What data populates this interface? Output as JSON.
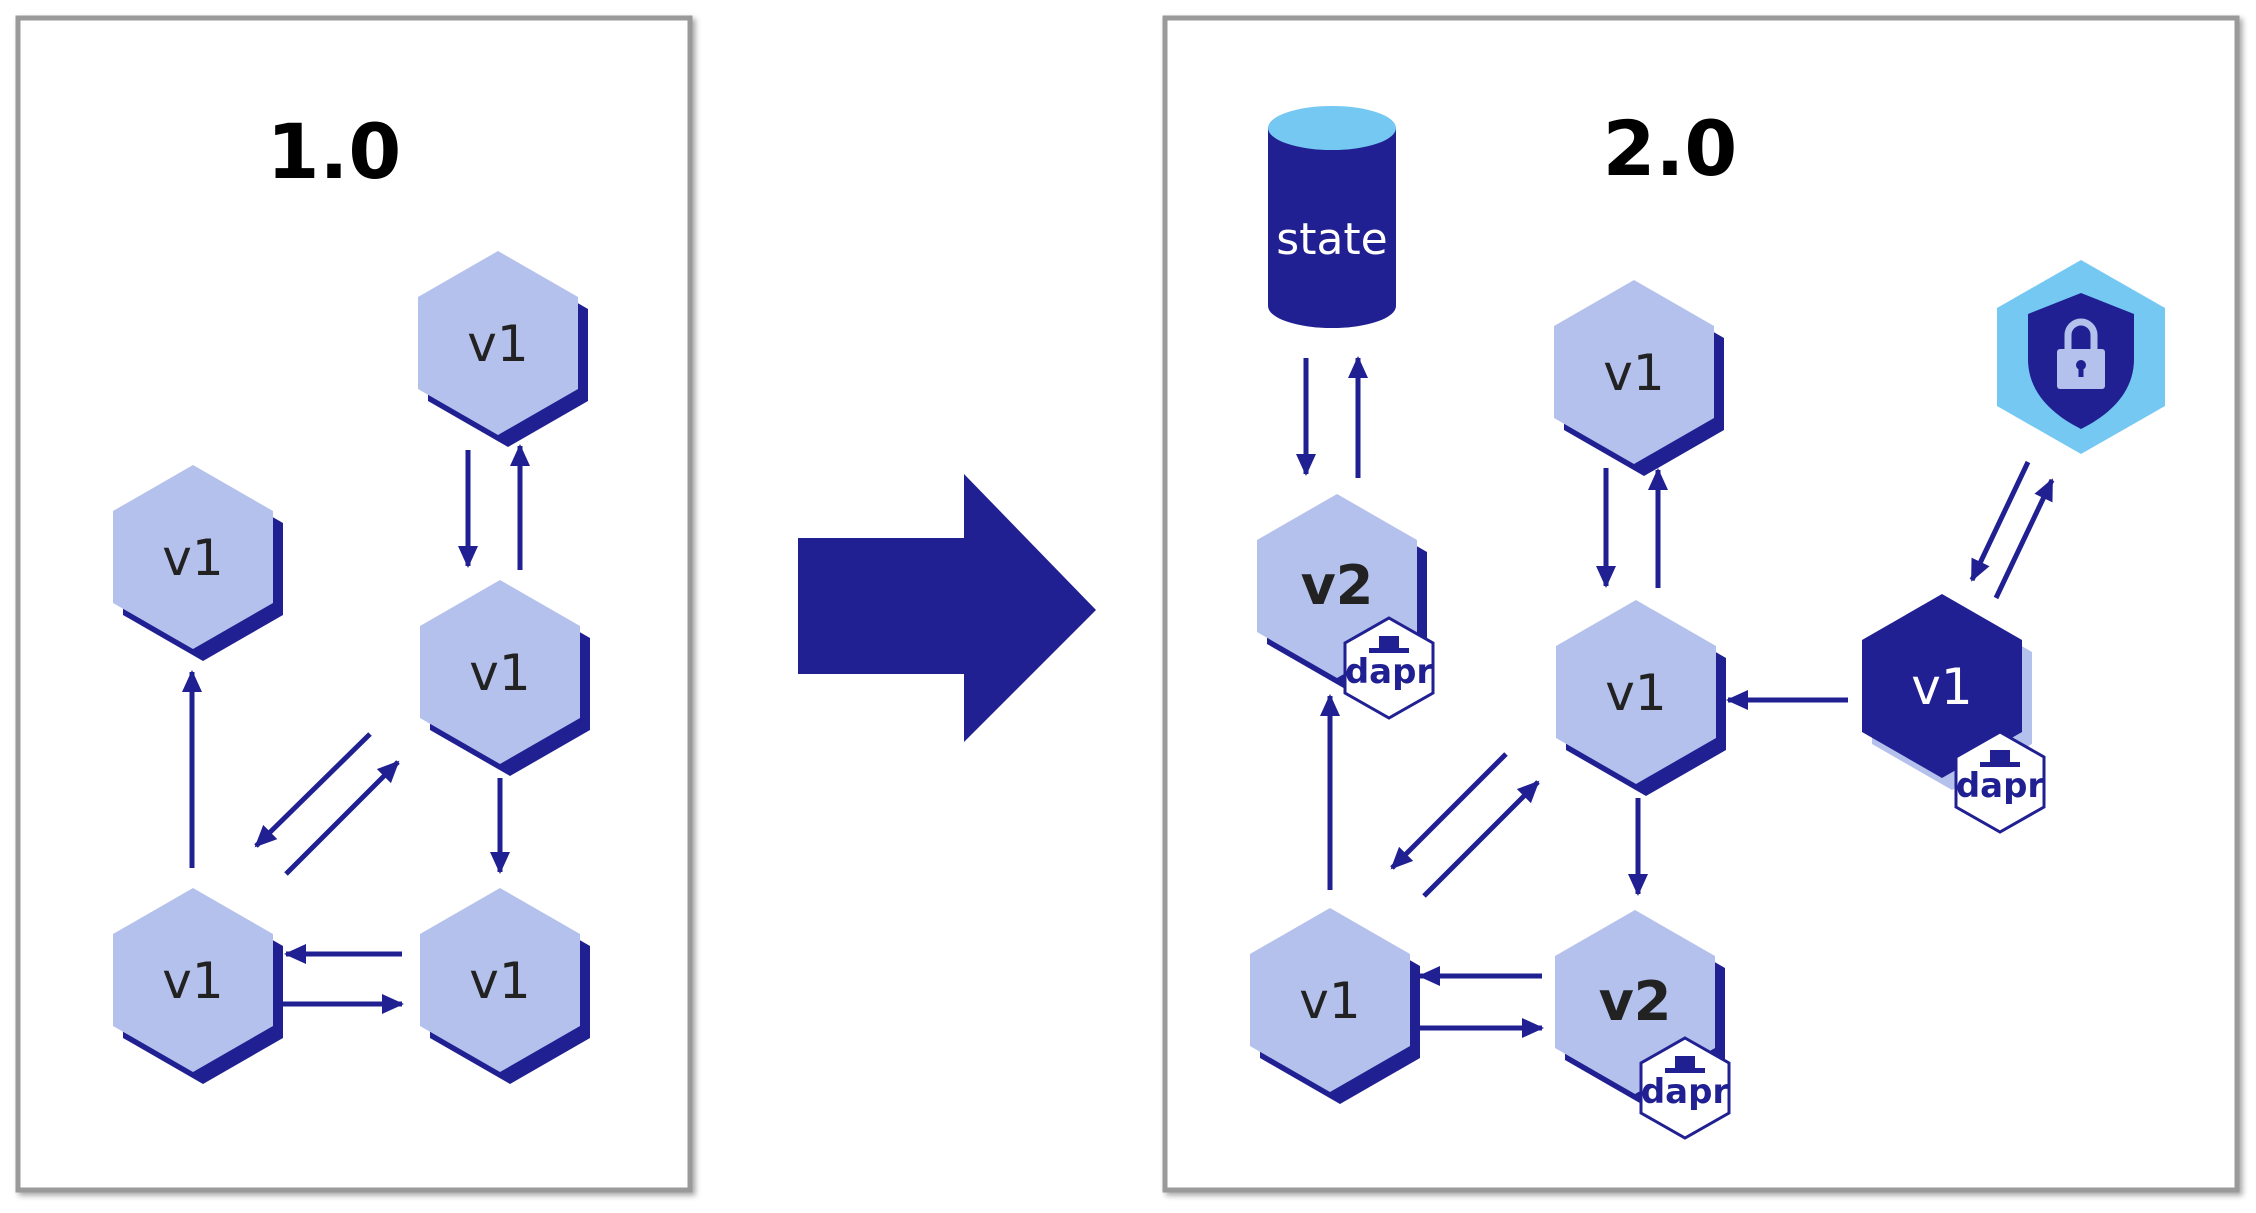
{
  "colors": {
    "hex_fill": "#b4c1ec",
    "hex_shadow": "#212092",
    "dark": "#212092",
    "light_blue": "#74c8f2",
    "panel_border": "#9a9a9a",
    "arrow": "#212092"
  },
  "left_panel": {
    "title": "1.0",
    "nodes": {
      "top": "v1",
      "left": "v1",
      "middle": "v1",
      "bottom_left": "v1",
      "bottom_right": "v1"
    }
  },
  "transition": {
    "icon": "right-arrow-icon"
  },
  "right_panel": {
    "title": "2.0",
    "state_store": {
      "label": "state",
      "icon": "database-cylinder-icon"
    },
    "security": {
      "icon": "shield-lock-icon"
    },
    "nodes": {
      "v2_top": "v2",
      "v1_top": "v1",
      "v1_middle": "v1",
      "v1_dark": "v1",
      "v1_bottom": "v1",
      "v2_bottom": "v2"
    },
    "sidecar_label": "dapr"
  }
}
